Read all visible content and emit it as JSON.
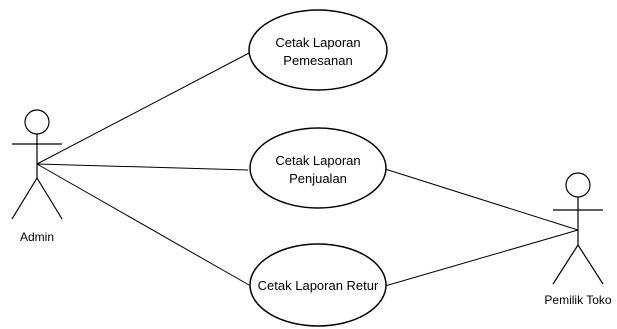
{
  "diagram": {
    "actors": {
      "admin": {
        "label": "Admin"
      },
      "pemilik_toko": {
        "label": "Pemilik Toko"
      }
    },
    "use_cases": {
      "pemesanan": {
        "lines": [
          "Cetak Laporan",
          "Pemesanan"
        ]
      },
      "penjualan": {
        "lines": [
          "Cetak Laporan",
          "Penjualan"
        ]
      },
      "retur": {
        "lines": [
          "Cetak Laporan Retur"
        ]
      }
    },
    "associations": [
      {
        "from": "Admin",
        "to": "Cetak Laporan Pemesanan"
      },
      {
        "from": "Admin",
        "to": "Cetak Laporan Penjualan"
      },
      {
        "from": "Admin",
        "to": "Cetak Laporan Retur"
      },
      {
        "from": "Pemilik Toko",
        "to": "Cetak Laporan Penjualan"
      },
      {
        "from": "Pemilik Toko",
        "to": "Cetak Laporan Retur"
      }
    ]
  }
}
